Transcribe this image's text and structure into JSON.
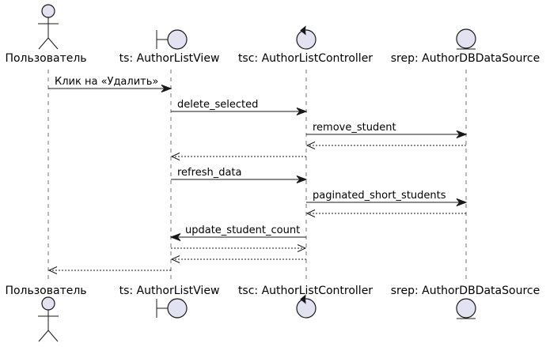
{
  "colors": {
    "participant_fill": "#E2E2F0",
    "stroke": "#181818",
    "background": "#FFFFFF"
  },
  "participants": [
    {
      "id": "user",
      "name": "Пользователь",
      "kind": "actor"
    },
    {
      "id": "ts",
      "name": "ts: AuthorListView",
      "kind": "boundary"
    },
    {
      "id": "tsc",
      "name": "tsc: AuthorListController",
      "kind": "control"
    },
    {
      "id": "srep",
      "name": "srep: AuthorDBDataSource",
      "kind": "entity"
    }
  ],
  "messages": [
    {
      "from": "user",
      "to": "ts",
      "label": "Клик на «Удалить»",
      "style": "sync"
    },
    {
      "from": "ts",
      "to": "tsc",
      "label": "delete_selected",
      "style": "sync"
    },
    {
      "from": "tsc",
      "to": "srep",
      "label": "remove_student",
      "style": "sync"
    },
    {
      "from": "srep",
      "to": "tsc",
      "label": "",
      "style": "return"
    },
    {
      "from": "tsc",
      "to": "ts",
      "label": "",
      "style": "return"
    },
    {
      "from": "ts",
      "to": "tsc",
      "label": "refresh_data",
      "style": "sync"
    },
    {
      "from": "tsc",
      "to": "srep",
      "label": "paginated_short_students",
      "style": "sync"
    },
    {
      "from": "srep",
      "to": "tsc",
      "label": "",
      "style": "return"
    },
    {
      "from": "tsc",
      "to": "ts",
      "label": "update_student_count",
      "style": "sync"
    },
    {
      "from": "ts",
      "to": "tsc",
      "label": "",
      "style": "return"
    },
    {
      "from": "tsc",
      "to": "ts",
      "label": "",
      "style": "return"
    },
    {
      "from": "ts",
      "to": "user",
      "label": "",
      "style": "return"
    }
  ]
}
